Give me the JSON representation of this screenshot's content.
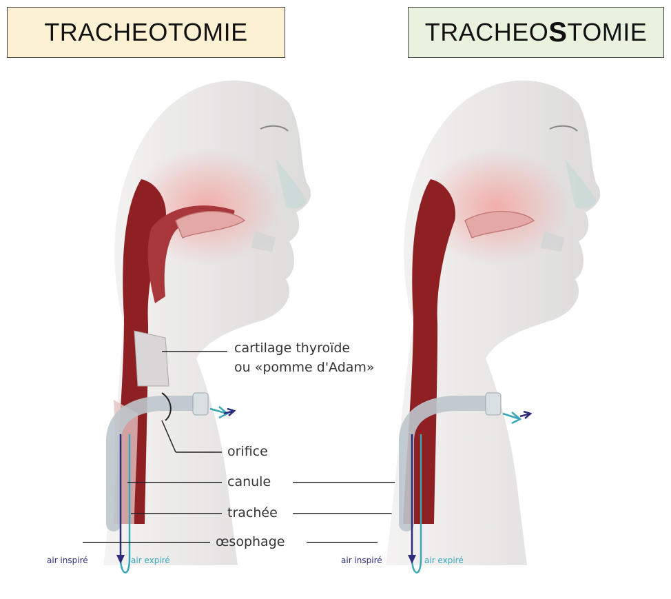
{
  "titles": {
    "left": "TRACHEOTOMIE",
    "right_prefix": "TRACHEO",
    "right_bold": "S",
    "right_suffix": "TOMIE"
  },
  "labels": {
    "cartilage_line1": "cartilage thyroïde",
    "cartilage_line2": "ou «pomme d'Adam»",
    "orifice": "orifice",
    "canule": "canule",
    "trachee": "trachée",
    "oesophage": "œsophage"
  },
  "air": {
    "inspire": "air inspiré",
    "expire": "air expiré"
  },
  "colors": {
    "left_box": "#fdf1d4",
    "right_box": "#e9f2df",
    "tissue_dark": "#8e1f23",
    "skin": "#ecebea",
    "blush": "#f4c6c4",
    "air_in": "#2c2c7a",
    "air_out": "#3aa6b8"
  }
}
